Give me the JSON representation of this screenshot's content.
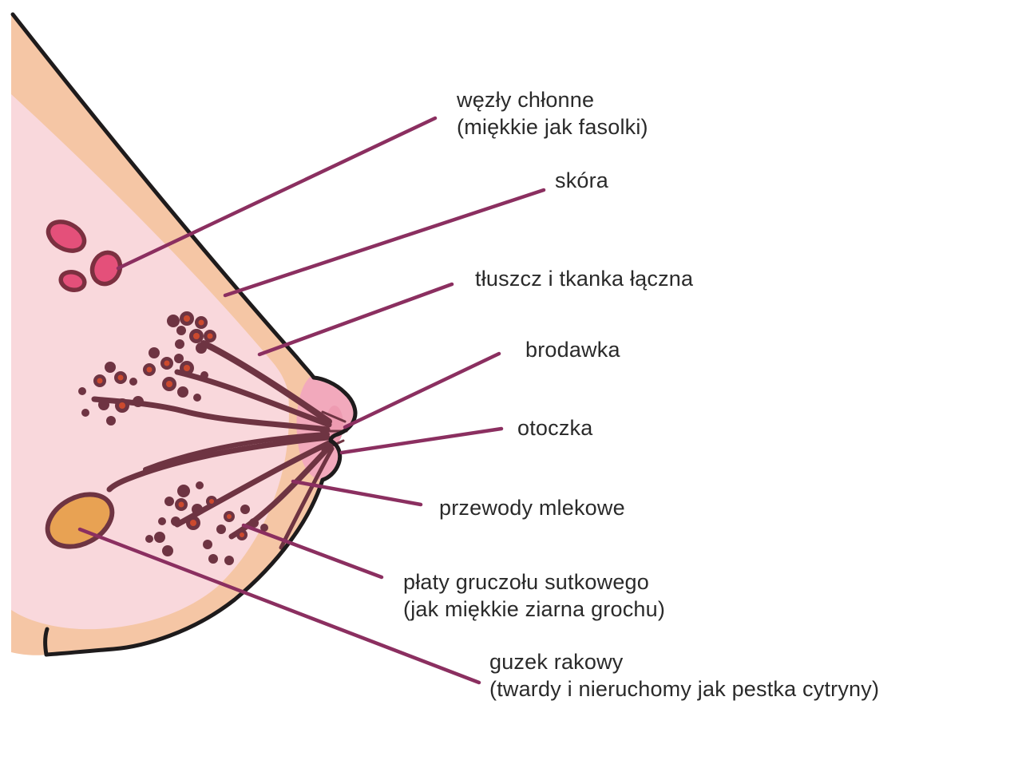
{
  "diagram_title": "breast-anatomy-self-exam-diagram",
  "language": "pl",
  "colors": {
    "background": "#ffffff",
    "skin_outer": "#F5C6A5",
    "tissue": "#F9D8DC",
    "areola": "#F2A9BC",
    "nipple_deep": "#EE9BB1",
    "duct": "#6E3442",
    "lobule_center": "#CC4A2E",
    "lymph_node": "#E4507A",
    "node_outline": "#7B3040",
    "tumor": "#E8A253",
    "outline": "#1E1B1C",
    "leader": "#8B2F60",
    "text": "#2A2A2A"
  },
  "labels": {
    "lymph_nodes": {
      "line1": "węzły chłonne",
      "line2": "(miękkie jak fasolki)"
    },
    "skin": {
      "line1": "skóra"
    },
    "fat": {
      "line1": "tłuszcz i tkanka łączna"
    },
    "nipple": {
      "line1": "brodawka"
    },
    "areola": {
      "line1": "otoczka"
    },
    "milk_ducts": {
      "line1": "przewody mlekowe"
    },
    "lobes": {
      "line1": "płaty gruczołu sutkowego",
      "line2": "(jak miękkie ziarna grochu)"
    },
    "tumor": {
      "line1": "guzek rakowy",
      "line2": "(twardy i nieruchomy jak pestka cytryny)"
    }
  }
}
